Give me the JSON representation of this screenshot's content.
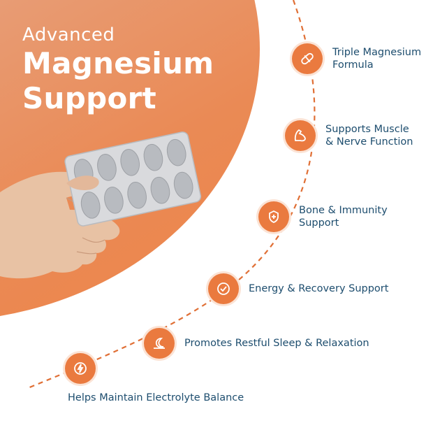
{
  "headline": {
    "line1": "Advanced",
    "line2": "Magnesium",
    "line3": "Support"
  },
  "benefits": [
    {
      "icon": "capsule-icon",
      "line1": "Triple Magnesium",
      "line2": "Formula"
    },
    {
      "icon": "muscle-arm-icon",
      "line1": "Supports Muscle",
      "line2": "& Nerve Function"
    },
    {
      "icon": "bone-shield-icon",
      "line1": "Bone & Immunity",
      "line2": "Support"
    },
    {
      "icon": "recovery-check-icon",
      "line1": "Energy & Recovery Support"
    },
    {
      "icon": "moon-sleep-icon",
      "line1": "Promotes Restful Sleep & Relaxation"
    },
    {
      "icon": "electrolyte-bolt-icon",
      "line1": "Helps Maintain Electrolyte Balance"
    }
  ],
  "colors": {
    "accent": "#ea7a3f",
    "text": "#1d4d6e",
    "dashed_line": "#e06f35"
  }
}
